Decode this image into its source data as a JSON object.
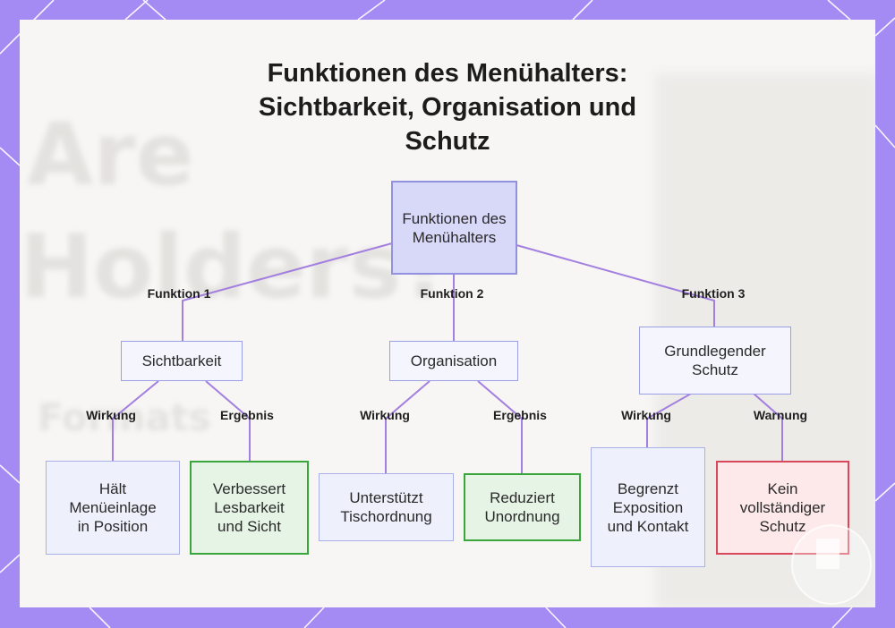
{
  "title": "Funktionen des Menühalters: Sichtbarkeit, Organisation und Schutz",
  "background_text": {
    "word1": "Are",
    "word2": "Holders?",
    "word3": "Formats"
  },
  "colors": {
    "frame": "#a48bf3",
    "edge": "#a37fe0",
    "root_fill": "#d8d8f9",
    "green_fill": "#e6f4e6",
    "green_border": "#3aa53a",
    "red_fill": "#fde8ea",
    "red_border": "#d8485a"
  },
  "nodes": {
    "root": "Funktionen des Menühalters",
    "sichtbarkeit": "Sichtbarkeit",
    "organisation": "Organisation",
    "schutz": "Grundlegender Schutz",
    "haelt": "Hält Menüeinlage in Position",
    "verbessert": "Verbessert Lesbarkeit und Sicht",
    "unterstuetzt": "Unterstützt Tischordnung",
    "reduziert": "Reduziert Unordnung",
    "begrenzt": "Begrenzt Exposition und Kontakt",
    "kein": "Kein vollständiger Schutz"
  },
  "edge_labels": {
    "funktion1": "Funktion 1",
    "funktion2": "Funktion 2",
    "funktion3": "Funktion 3",
    "wirkung1": "Wirkung",
    "ergebnis1": "Ergebnis",
    "wirkung2": "Wirkung",
    "ergebnis2": "Ergebnis",
    "wirkung3": "Wirkung",
    "warnung": "Warnung"
  }
}
